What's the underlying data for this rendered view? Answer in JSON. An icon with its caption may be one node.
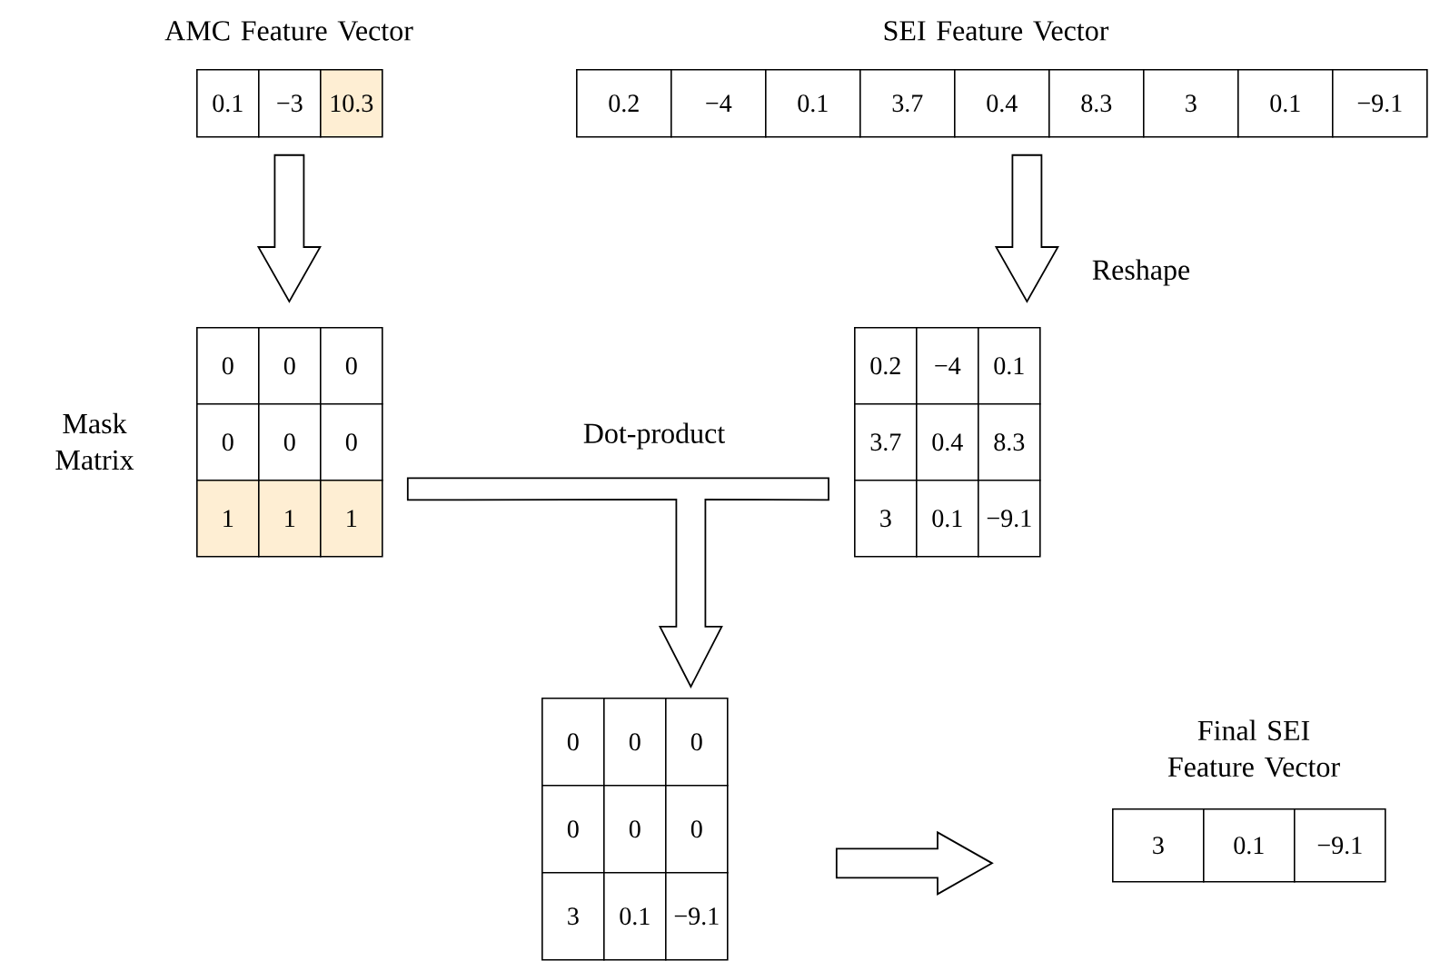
{
  "diagram": {
    "nodes": [
      {
        "text": [
          "0.1",
          "−3",
          "10.3"
        ],
        "beside": [
          "AMC Feature Vector"
        ]
      },
      {
        "text": [
          "0",
          "0",
          "0",
          "0",
          "0",
          "0",
          "1",
          "1",
          "1"
        ],
        "beside": [
          "Mask Matrix"
        ]
      },
      {
        "text": [
          "0.2",
          "−4",
          "0.1",
          "3.7",
          "0.4",
          "8.3",
          "3",
          "0.1",
          "−9.1"
        ],
        "beside": [
          "SEI Feature Vector"
        ]
      },
      {
        "text": [
          "0.2",
          "−4",
          "0.1",
          "3.7",
          "0.4",
          "8.3",
          "3",
          "0.1",
          "−9.1"
        ]
      },
      {
        "text": [
          "0",
          "0",
          "0",
          "0",
          "0",
          "0",
          "3",
          "0.1",
          "−9.1"
        ]
      },
      {
        "text": [
          "3",
          "0.1",
          "−9.1"
        ],
        "beside": [
          "Final SEI Feature Vector"
        ]
      }
    ],
    "edges": [
      {
        "from": 0,
        "to": 1,
        "arrow": "to"
      },
      {
        "from": 2,
        "to": 3,
        "arrow": "to",
        "label": "Reshape"
      },
      {
        "from": 1,
        "to": 4,
        "arrow": "to",
        "label": "Dot-product"
      },
      {
        "from": 3,
        "to": 4,
        "arrow": "to"
      },
      {
        "from": 4,
        "to": 5,
        "arrow": "to"
      }
    ]
  }
}
